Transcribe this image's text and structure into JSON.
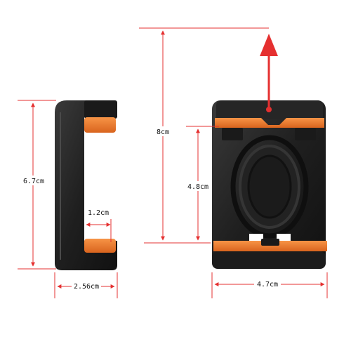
{
  "dimensions": {
    "side_height": "6.7cm",
    "side_gap": "1.2cm",
    "side_depth": "2.56cm",
    "total_height": "8cm",
    "inner_height": "4.8cm",
    "front_width": "4.7cm"
  },
  "colors": {
    "dimension_line": "#e53030",
    "body": "#1d1d1d",
    "pad": "#f07a2c",
    "background": "#ffffff"
  }
}
